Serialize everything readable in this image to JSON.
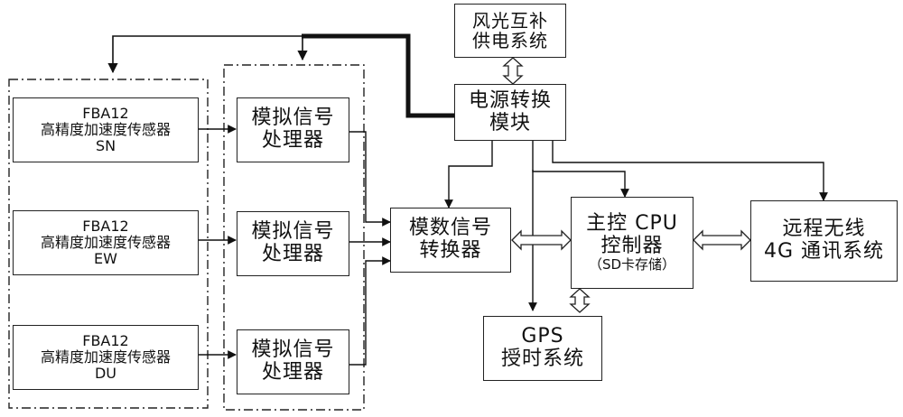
{
  "sensors": [
    {
      "model": "FBA12",
      "name": "高精度加速度传感器",
      "axis": "SN"
    },
    {
      "model": "FBA12",
      "name": "高精度加速度传感器",
      "axis": "EW"
    },
    {
      "model": "FBA12",
      "name": "高精度加速度传感器",
      "axis": "DU"
    }
  ],
  "analog_processors": [
    {
      "line1": "模拟信号",
      "line2": "处理器"
    },
    {
      "line1": "模拟信号",
      "line2": "处理器"
    },
    {
      "line1": "模拟信号",
      "line2": "处理器"
    }
  ],
  "power_supply": {
    "line1": "风光互补",
    "line2": "供电系统"
  },
  "power_converter": {
    "line1": "电源转换",
    "line2": "模块"
  },
  "adc": {
    "line1": "模数信号",
    "line2": "转换器"
  },
  "cpu": {
    "line1": "主控 CPU",
    "line2": "控制器",
    "line3": "（SD卡存储）"
  },
  "gps": {
    "line1": "GPS",
    "line2": "授时系统"
  },
  "comm": {
    "line1": "远程无线",
    "line2": "4G 通讯系统"
  }
}
